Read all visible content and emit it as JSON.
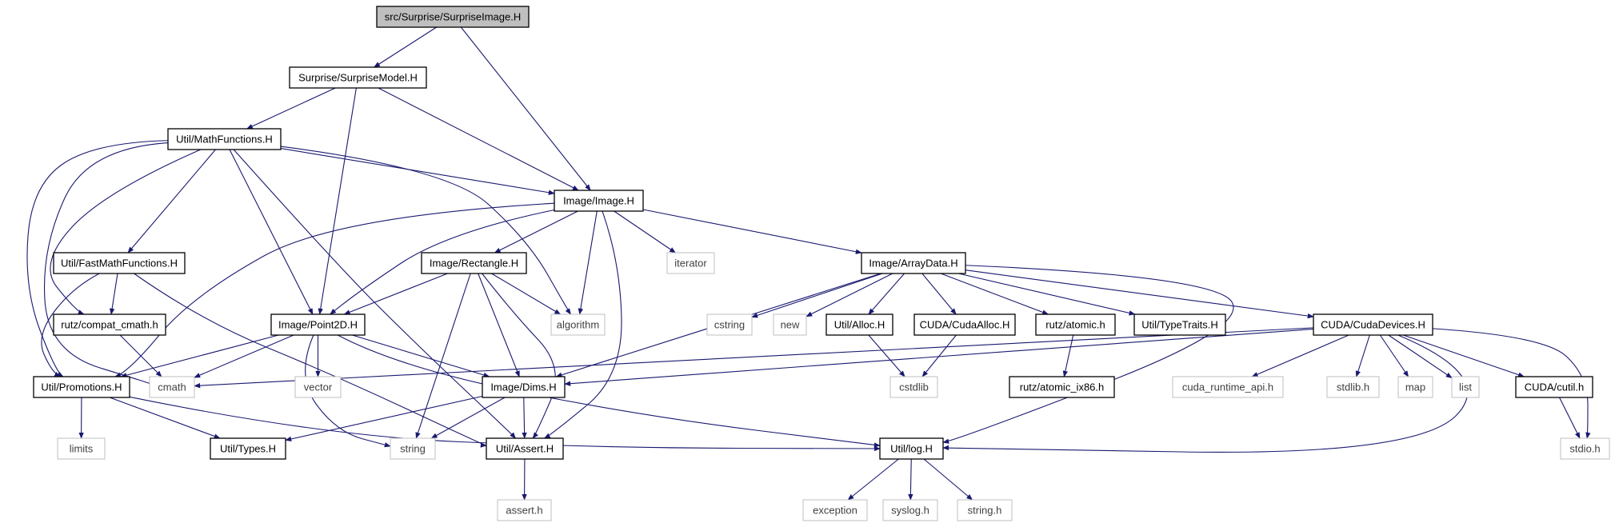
{
  "diagram": {
    "colors": {
      "edge": "#191970",
      "root_fill": "#bfbfbf",
      "node_border": "#000000",
      "ext_border": "#bfbfbf",
      "ext_text": "#3f3f3f",
      "text": "#000000"
    },
    "nodes": [
      {
        "id": "surpriseimage",
        "label": "src/Surprise/SurpriseImage.H",
        "kind": "root"
      },
      {
        "id": "surprisemodel",
        "label": "Surprise/SurpriseModel.H",
        "kind": "file"
      },
      {
        "id": "mathfunctions",
        "label": "Util/MathFunctions.H",
        "kind": "file"
      },
      {
        "id": "image",
        "label": "Image/Image.H",
        "kind": "file"
      },
      {
        "id": "fastmath",
        "label": "Util/FastMathFunctions.H",
        "kind": "file"
      },
      {
        "id": "rectangle",
        "label": "Image/Rectangle.H",
        "kind": "file"
      },
      {
        "id": "iterator",
        "label": "iterator",
        "kind": "ext"
      },
      {
        "id": "arraydata",
        "label": "Image/ArrayData.H",
        "kind": "file"
      },
      {
        "id": "compatcmath",
        "label": "rutz/compat_cmath.h",
        "kind": "file"
      },
      {
        "id": "point2d",
        "label": "Image/Point2D.H",
        "kind": "file"
      },
      {
        "id": "algorithm",
        "label": "algorithm",
        "kind": "ext"
      },
      {
        "id": "cstring",
        "label": "cstring",
        "kind": "ext"
      },
      {
        "id": "new",
        "label": "new",
        "kind": "ext"
      },
      {
        "id": "alloc",
        "label": "Util/Alloc.H",
        "kind": "file"
      },
      {
        "id": "cudaalloc",
        "label": "CUDA/CudaAlloc.H",
        "kind": "file"
      },
      {
        "id": "atomic",
        "label": "rutz/atomic.h",
        "kind": "file"
      },
      {
        "id": "typetraits",
        "label": "Util/TypeTraits.H",
        "kind": "file"
      },
      {
        "id": "cudadevices",
        "label": "CUDA/CudaDevices.H",
        "kind": "file"
      },
      {
        "id": "promotions",
        "label": "Util/Promotions.H",
        "kind": "file"
      },
      {
        "id": "cmath",
        "label": "cmath",
        "kind": "ext"
      },
      {
        "id": "vector",
        "label": "vector",
        "kind": "ext"
      },
      {
        "id": "dims",
        "label": "Image/Dims.H",
        "kind": "file"
      },
      {
        "id": "cstdlib",
        "label": "cstdlib",
        "kind": "ext"
      },
      {
        "id": "atomicix86",
        "label": "rutz/atomic_ix86.h",
        "kind": "file"
      },
      {
        "id": "cudaruntime",
        "label": "cuda_runtime_api.h",
        "kind": "ext"
      },
      {
        "id": "stdlib",
        "label": "stdlib.h",
        "kind": "ext"
      },
      {
        "id": "map",
        "label": "map",
        "kind": "ext"
      },
      {
        "id": "list",
        "label": "list",
        "kind": "ext"
      },
      {
        "id": "cutil",
        "label": "CUDA/cutil.h",
        "kind": "file"
      },
      {
        "id": "limits",
        "label": "limits",
        "kind": "ext"
      },
      {
        "id": "types",
        "label": "Util/Types.H",
        "kind": "file"
      },
      {
        "id": "string",
        "label": "string",
        "kind": "ext"
      },
      {
        "id": "assert",
        "label": "Util/Assert.H",
        "kind": "file"
      },
      {
        "id": "log",
        "label": "Util/log.H",
        "kind": "file"
      },
      {
        "id": "stdio",
        "label": "stdio.h",
        "kind": "ext"
      },
      {
        "id": "asserth",
        "label": "assert.h",
        "kind": "ext"
      },
      {
        "id": "exception",
        "label": "exception",
        "kind": "ext"
      },
      {
        "id": "syslog",
        "label": "syslog.h",
        "kind": "ext"
      },
      {
        "id": "stringh",
        "label": "string.h",
        "kind": "ext"
      }
    ],
    "edges": [
      [
        "surpriseimage",
        "surprisemodel"
      ],
      [
        "surpriseimage",
        "image"
      ],
      [
        "surprisemodel",
        "mathfunctions"
      ],
      [
        "surprisemodel",
        "image"
      ],
      [
        "surprisemodel",
        "point2d"
      ],
      [
        "mathfunctions",
        "image"
      ],
      [
        "mathfunctions",
        "fastmath"
      ],
      [
        "mathfunctions",
        "compatcmath"
      ],
      [
        "mathfunctions",
        "point2d"
      ],
      [
        "mathfunctions",
        "algorithm"
      ],
      [
        "mathfunctions",
        "promotions"
      ],
      [
        "mathfunctions",
        "cmath"
      ],
      [
        "mathfunctions",
        "assert"
      ],
      [
        "image",
        "rectangle"
      ],
      [
        "image",
        "iterator"
      ],
      [
        "image",
        "arraydata"
      ],
      [
        "image",
        "point2d"
      ],
      [
        "image",
        "algorithm"
      ],
      [
        "image",
        "promotions"
      ],
      [
        "image",
        "assert"
      ],
      [
        "fastmath",
        "compatcmath"
      ],
      [
        "fastmath",
        "promotions"
      ],
      [
        "fastmath",
        "assert"
      ],
      [
        "rectangle",
        "point2d"
      ],
      [
        "rectangle",
        "algorithm"
      ],
      [
        "rectangle",
        "dims"
      ],
      [
        "rectangle",
        "string"
      ],
      [
        "rectangle",
        "assert"
      ],
      [
        "arraydata",
        "cstring"
      ],
      [
        "arraydata",
        "new"
      ],
      [
        "arraydata",
        "alloc"
      ],
      [
        "arraydata",
        "cudaalloc"
      ],
      [
        "arraydata",
        "atomic"
      ],
      [
        "arraydata",
        "typetraits"
      ],
      [
        "arraydata",
        "cudadevices"
      ],
      [
        "arraydata",
        "dims"
      ],
      [
        "arraydata",
        "log"
      ],
      [
        "compatcmath",
        "cmath"
      ],
      [
        "point2d",
        "promotions"
      ],
      [
        "point2d",
        "cmath"
      ],
      [
        "point2d",
        "vector"
      ],
      [
        "point2d",
        "dims"
      ],
      [
        "point2d",
        "string"
      ],
      [
        "point2d",
        "log"
      ],
      [
        "alloc",
        "cstdlib"
      ],
      [
        "cudaalloc",
        "cstdlib"
      ],
      [
        "atomic",
        "atomicix86"
      ],
      [
        "cudadevices",
        "cmath"
      ],
      [
        "cudadevices",
        "dims"
      ],
      [
        "cudadevices",
        "cudaruntime"
      ],
      [
        "cudadevices",
        "stdlib"
      ],
      [
        "cudadevices",
        "map"
      ],
      [
        "cudadevices",
        "list"
      ],
      [
        "cudadevices",
        "cutil"
      ],
      [
        "cudadevices",
        "stdio"
      ],
      [
        "cudadevices",
        "log"
      ],
      [
        "promotions",
        "limits"
      ],
      [
        "promotions",
        "types"
      ],
      [
        "promotions",
        "log"
      ],
      [
        "dims",
        "types"
      ],
      [
        "dims",
        "string"
      ],
      [
        "dims",
        "assert"
      ],
      [
        "cutil",
        "stdio"
      ],
      [
        "assert",
        "asserth"
      ],
      [
        "log",
        "exception"
      ],
      [
        "log",
        "syslog"
      ],
      [
        "log",
        "stringh"
      ]
    ]
  }
}
